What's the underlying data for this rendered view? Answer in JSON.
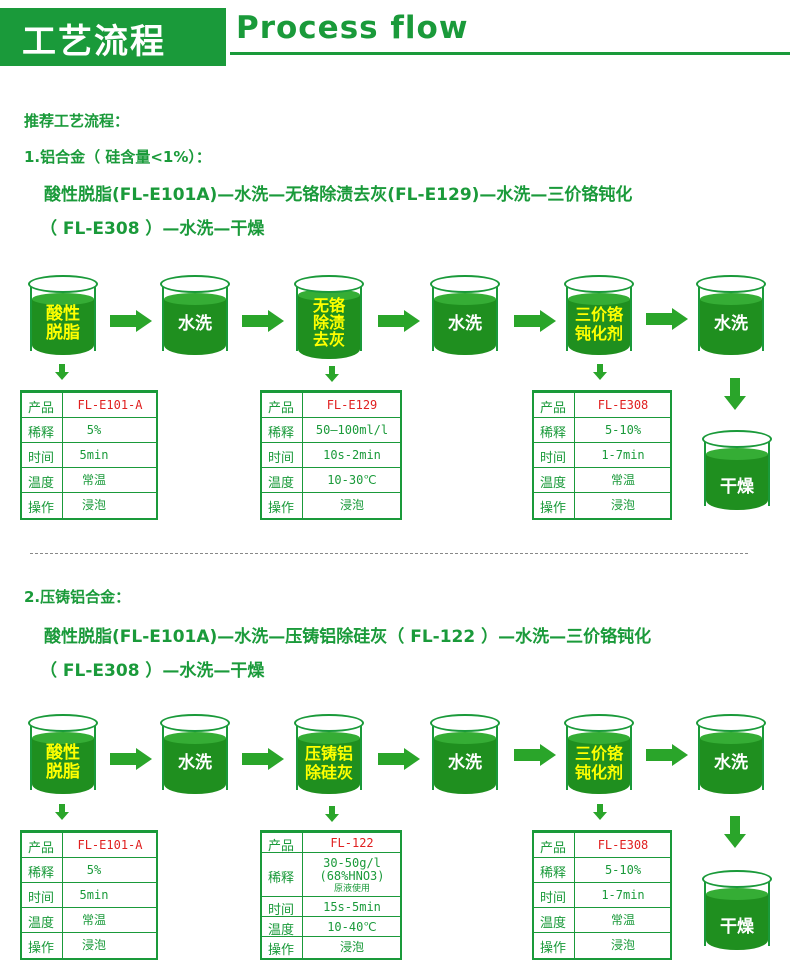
{
  "header": {
    "title": "工艺流程",
    "subtitle": "Process flow"
  },
  "intro": "推荐工艺流程：",
  "section1": {
    "heading": "1.铝合金（ 硅含量<1%）：",
    "line1": "酸性脱脂(FL-E101A)—水洗—无铬除渍去灰(FL-E129)—水洗—三价铬钝化",
    "line2": "（ FL-E308 ）—水洗—干燥",
    "steps": [
      {
        "label1": "酸性",
        "label2": "脱脂",
        "label3": ""
      },
      {
        "label1": "水洗",
        "label2": "",
        "label3": ""
      },
      {
        "label1": "无铬",
        "label2": "除渍",
        "label3": "去灰"
      },
      {
        "label1": "水洗",
        "label2": "",
        "label3": ""
      },
      {
        "label1": "三价铬",
        "label2": "钝化剂",
        "label3": ""
      },
      {
        "label1": "水洗",
        "label2": "",
        "label3": ""
      },
      {
        "label1": "干燥",
        "label2": "",
        "label3": ""
      }
    ],
    "tables": [
      {
        "product": "FL-E101-A",
        "dilution": "5%",
        "time": "5min",
        "temperature": "常温",
        "operation": "浸泡"
      },
      {
        "product": "FL-E129",
        "dilution": "50—100ml/l",
        "time": "10s-2min",
        "temperature": "10-30℃",
        "operation": "浸泡"
      },
      {
        "product": "FL-E308",
        "dilution": "5-10%",
        "time": "1-7min",
        "temperature": "常温",
        "operation": "浸泡"
      }
    ]
  },
  "section2": {
    "heading": "2.压铸铝合金：",
    "line1": "酸性脱脂(FL-E101A)—水洗—压铸铝除硅灰（ FL-122 ）—水洗—三价铬钝化",
    "line2": "（ FL-E308 ）—水洗—干燥",
    "steps": [
      {
        "label1": "酸性",
        "label2": "脱脂"
      },
      {
        "label1": "水洗",
        "label2": ""
      },
      {
        "label1": "压铸铝",
        "label2": "除硅灰"
      },
      {
        "label1": "水洗",
        "label2": ""
      },
      {
        "label1": "三价铬",
        "label2": "钝化剂"
      },
      {
        "label1": "水洗",
        "label2": ""
      },
      {
        "label1": "干燥",
        "label2": ""
      }
    ],
    "tables": [
      {
        "product": "FL-E101-A",
        "dilution": "5%",
        "time": "5min",
        "temperature": "常温",
        "operation": "浸泡"
      },
      {
        "product": "FL-122",
        "dilution_line1": "30-50g/l",
        "dilution_line2": "(68%HNO3)",
        "dilution_note": "原液使用",
        "time": "15s-5min",
        "temperature": "10-40℃",
        "operation": "浸泡"
      },
      {
        "product": "FL-E308",
        "dilution": "5-10%",
        "time": "1-7min",
        "temperature": "常温",
        "operation": "浸泡"
      }
    ]
  },
  "table_keys": {
    "product": "产品",
    "dilution": "稀释",
    "time": "时间",
    "temperature": "温度",
    "operation": "操作"
  },
  "colors": {
    "green": "#1a9a3a",
    "liquid": "#1f8f1f",
    "label_yellow": "#ffff00",
    "product_red": "#e02020"
  }
}
